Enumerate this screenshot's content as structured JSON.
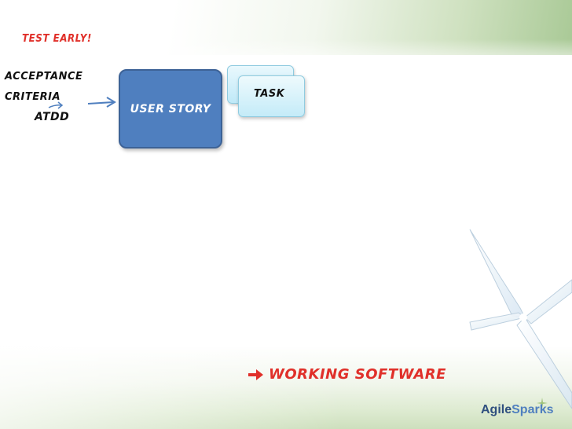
{
  "slide": {
    "heading": "Test early!",
    "criteria_line1": "Acceptance",
    "criteria_line2": "criteria",
    "atdd": "ATDD",
    "user_story": "User story",
    "task": "Task",
    "result": "Working software",
    "logo_agile": "Agile",
    "logo_sparks": "Sparks"
  },
  "colors": {
    "accent_red": "#e0302a",
    "story_blue": "#4f7fbf",
    "task_cyan": "#c4ebf8",
    "brand_green": "#a9c996"
  },
  "icons": {
    "result_arrow": "arrow-right-icon",
    "connector": "arrow-right-icon",
    "logo_mark": "spark-icon"
  }
}
